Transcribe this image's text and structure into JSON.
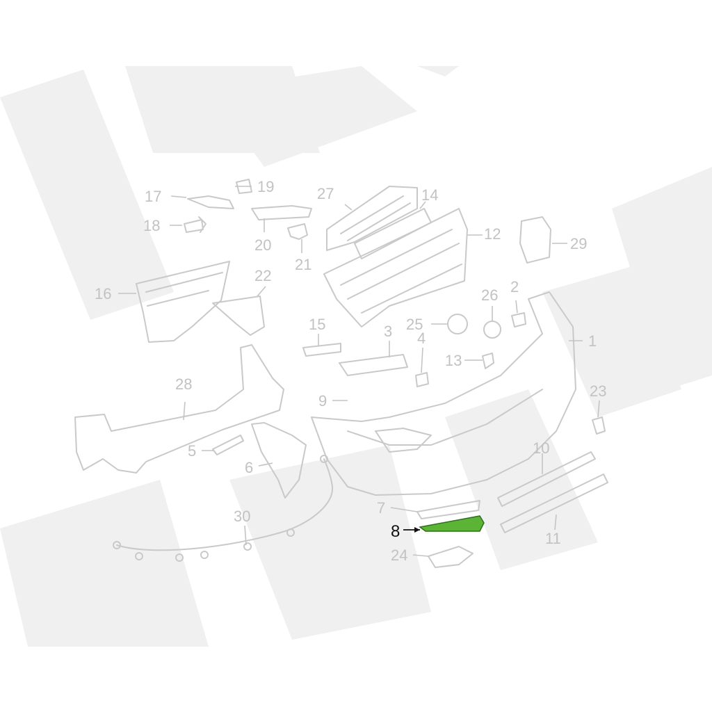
{
  "diagram": {
    "highlighted_part": "8",
    "highlight_color": "#5cb437",
    "faded_color": "#c4c4c4",
    "labels": {
      "p1": "1",
      "p3": "3",
      "p4": "4",
      "p5": "5",
      "p6": "6",
      "p7": "7",
      "p8": "8",
      "p9": "9",
      "p10": "10",
      "p11": "11",
      "p12": "12",
      "p13": "13",
      "p14": "14",
      "p15": "15",
      "p16": "16",
      "p17": "17",
      "p18": "18",
      "p19": "19",
      "p20": "20",
      "p21": "21",
      "p22": "22",
      "p23": "23",
      "p24": "24",
      "p25": "25",
      "p26": "26",
      "p2": "2",
      "p27": "27",
      "p28": "28",
      "p29": "29",
      "p30": "30"
    }
  }
}
